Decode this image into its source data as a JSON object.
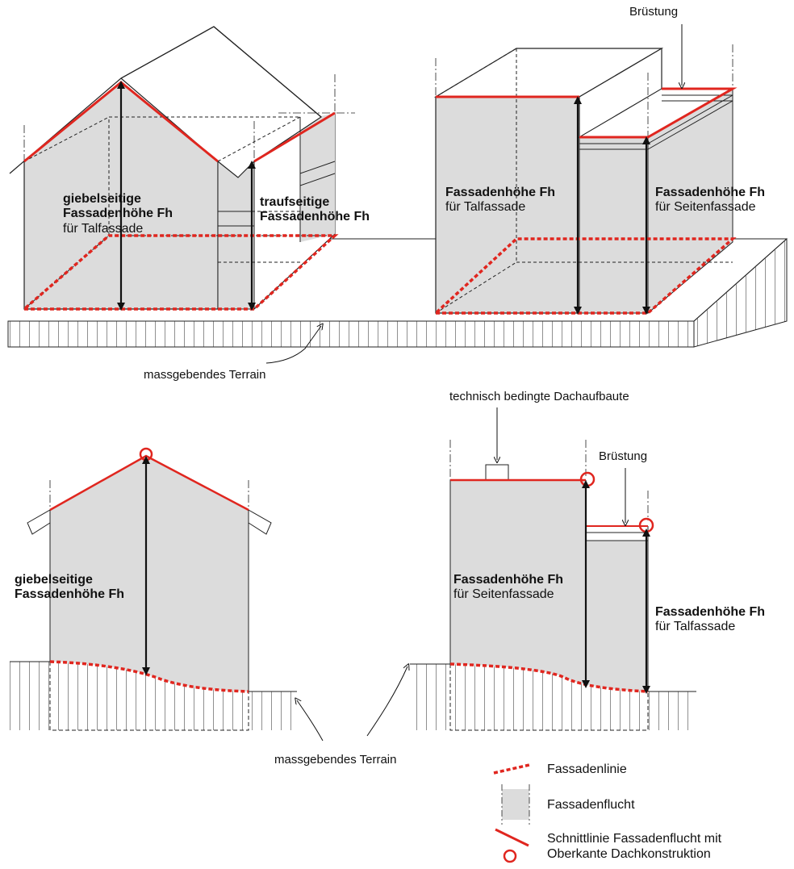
{
  "labels": {
    "bruestung_top": "Brüstung",
    "bruestung_bottom": "Brüstung",
    "tech_dachaufbaute": "technisch bedingte Dachaufbaute",
    "terrain_top": "massgebendes Terrain",
    "terrain_bottom": "massgebendes Terrain",
    "giebel_top": {
      "l1": "giebelseitige",
      "l2": "Fassadenhöhe Fh",
      "l3": "für Talfassade"
    },
    "trauf_top": {
      "l1": "traufseitige",
      "l2": "Fassadenhöhe Fh"
    },
    "fh_tal_top": {
      "l1": "Fassadenhöhe Fh",
      "l2": "für Talfassade"
    },
    "fh_seiten_top": {
      "l1": "Fassadenhöhe Fh",
      "l2": "für Seitenfassade"
    },
    "giebel_bottom": {
      "l1": "giebelseitige",
      "l2": "Fassadenhöhe Fh"
    },
    "fh_seiten_bottom": {
      "l1": "Fassadenhöhe Fh",
      "l2": "für Seitenfassade"
    },
    "fh_tal_bottom": {
      "l1": "Fassadenhöhe Fh",
      "l2": "für Talfassade"
    }
  },
  "legend": {
    "fassadenlinie": "Fassadenlinie",
    "fassadenflucht": "Fassadenflucht",
    "schnittlinie_l1": "Schnittlinie Fassadenflucht mit",
    "schnittlinie_l2": "Oberkante Dachkonstruktion"
  },
  "colors": {
    "red": "#e0261f",
    "facade_fill": "#dcdcdc",
    "line": "#1a1a1a"
  }
}
